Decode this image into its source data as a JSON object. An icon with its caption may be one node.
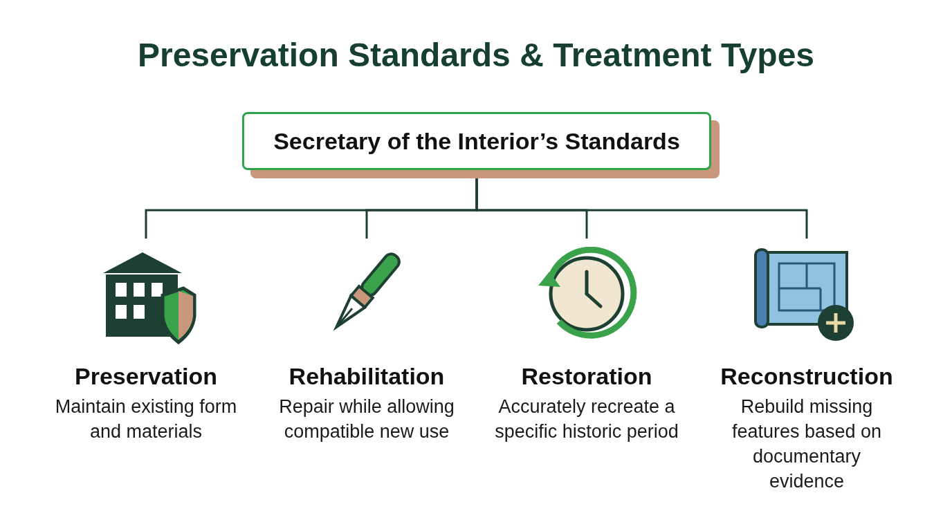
{
  "diagram": {
    "title": "Preservation Standards & Treatment Types",
    "nodes": [
      {
        "text": [
          "Secretary of the Interior’s Standards"
        ]
      },
      {
        "text": [
          "Preservation",
          "Maintain existing form and materials"
        ]
      },
      {
        "text": [
          "Rehabilitation",
          "Repair while allowing compatible new use"
        ]
      },
      {
        "text": [
          "Restoration",
          "Accurately recreate a specific historic period"
        ]
      },
      {
        "text": [
          "Reconstruction",
          "Rebuild missing features based on documentary evidence"
        ]
      }
    ],
    "edges": [
      {
        "from": 0,
        "to": 1,
        "arrow": "none"
      },
      {
        "from": 0,
        "to": 2,
        "arrow": "none"
      },
      {
        "from": 0,
        "to": 3,
        "arrow": "none"
      },
      {
        "from": 0,
        "to": 4,
        "arrow": "none"
      }
    ]
  }
}
